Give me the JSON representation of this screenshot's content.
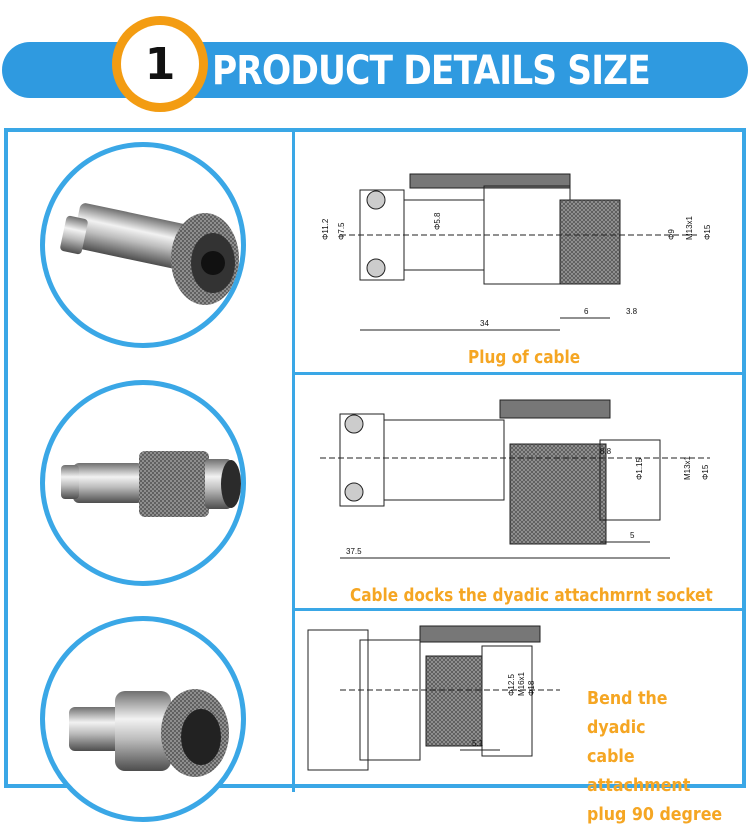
{
  "header": {
    "step_number": "1",
    "title": "PRODUCT DETAILS SIZE",
    "accent_color": "#2f9ae0",
    "badge_color": "#f39c12"
  },
  "panels": [
    {
      "caption": "Plug of cable",
      "dimensions": [
        "Φ11.2",
        "Φ7.5",
        "Φ5.8",
        "Φ9",
        "M13x1",
        "Φ15",
        "34",
        "6",
        "3.8"
      ]
    },
    {
      "caption": "Cable docks the dyadic attachmrnt socket",
      "dimensions": [
        "8.8",
        "Φ1.15",
        "M13x1",
        "Φ15",
        "37.5",
        "5"
      ]
    },
    {
      "caption": "Bend the dyadic\ncable attachment\nplug 90 degree",
      "dimensions": [
        "Φ12.5",
        "M16x1",
        "Φ18",
        "5.1"
      ]
    }
  ],
  "caption_color": "#f5a623"
}
